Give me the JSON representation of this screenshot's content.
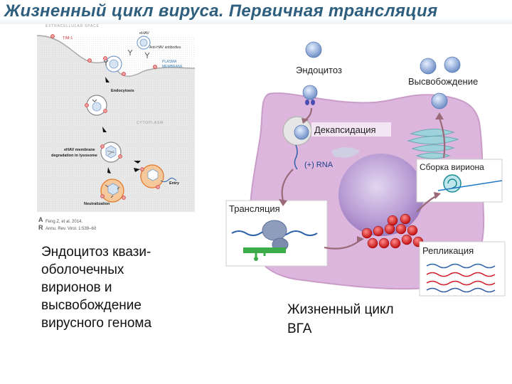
{
  "slide": {
    "title": "Жизненный цикл вируса. Первичная трансляция"
  },
  "left_figure": {
    "labels": {
      "extracellular": "EXTRACELLULAR SPACE",
      "tim1": "TIM-1",
      "ehav": "eHAV",
      "antibodies": "Anti-HAV antibodies",
      "plasma": "PLASMA",
      "membrane": "MEMBRANE",
      "endocytosis": "Endocytosis",
      "cytoplasm": "CYTOPLASM",
      "degradation_1": "eHAV membrane",
      "degradation_2": "degradation in lysosome",
      "entry": "Entry",
      "neutralization": "Neutralization"
    },
    "citation": {
      "line1": "Feng Z, et al. 2014.",
      "line2": "Annu. Rev. Virol. 1:539–60"
    }
  },
  "right_figure": {
    "labels": {
      "endocytosis": "Эндоцитоз",
      "release": "Высвобождение",
      "decapsidation": "Декапсидация",
      "rna": "(+) RNA",
      "assembly": "Сборка вириона",
      "translation": "Трансляция",
      "replication": "Репликация"
    }
  },
  "captions": {
    "left": [
      "Эндоцитоз квази-",
      "оболочечных",
      "вирионов и",
      "высвобождение",
      "вирусного генома"
    ],
    "right": [
      "Жизненный цикл",
      "ВГА"
    ]
  },
  "colors": {
    "title": "#2f5f7e",
    "cell": "#dcb6dc",
    "nucleus": "#b79bd3",
    "virion": "#8fb0da",
    "membrane_dots": "#e35f5f",
    "red_particles": "#d01818"
  }
}
